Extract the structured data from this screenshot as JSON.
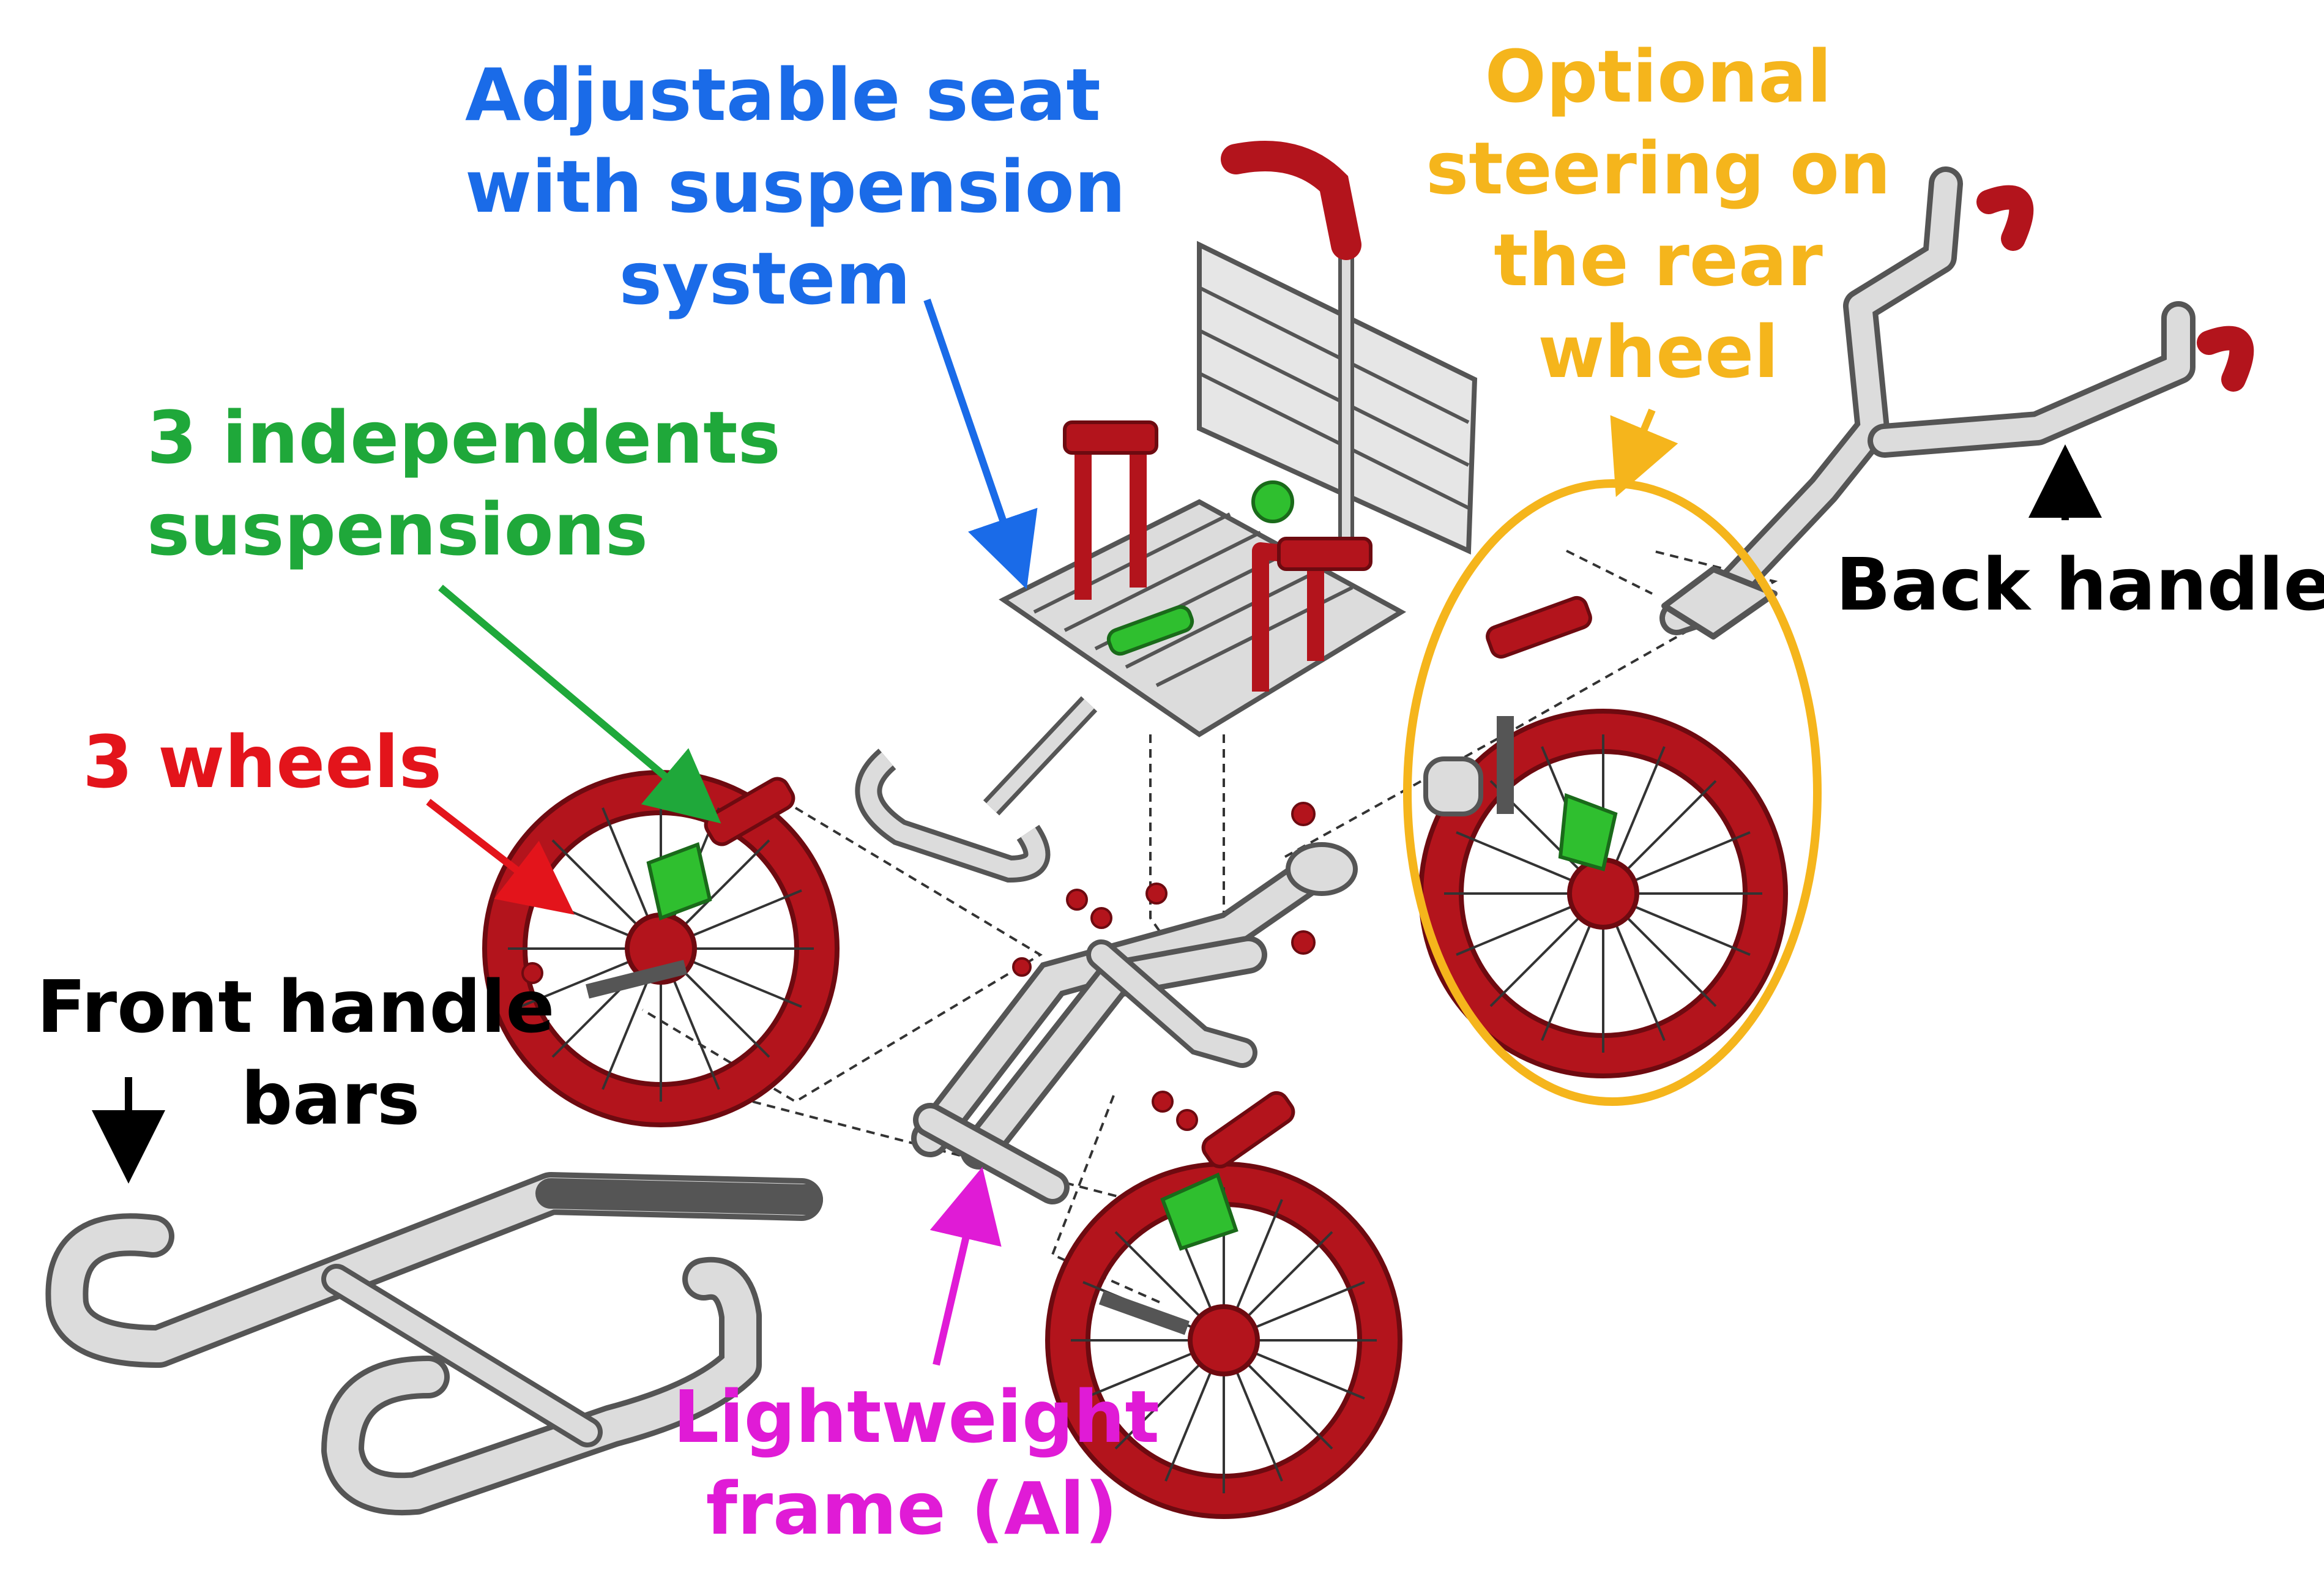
{
  "labels": {
    "seat": {
      "lines": [
        "Adjustable seat",
        "with suspension",
        "system"
      ],
      "color": "#1a6be8"
    },
    "steering": {
      "lines": [
        "Optional",
        "steering on",
        "the rear",
        "wheel"
      ],
      "color": "#f5b51c"
    },
    "suspensions": {
      "lines": [
        "3 independents",
        "suspensions"
      ],
      "color": "#1fa83a"
    },
    "wheels": {
      "lines": [
        "3 wheels"
      ],
      "color": "#e3141b"
    },
    "front_handle": {
      "lines": [
        "Front handle",
        "bars"
      ],
      "color": "#000000"
    },
    "back_handle": {
      "lines": [
        "Back handle"
      ],
      "color": "#000000"
    },
    "frame": {
      "lines": [
        "Lightweight",
        "frame (Al)"
      ],
      "color": "#e01bd6"
    }
  },
  "colors": {
    "part_red": "#b3141c",
    "part_red_dark": "#6e0a10",
    "frame_gray": "#d8d8d8",
    "frame_outline": "#555555",
    "suspension_green": "#2fbf2f"
  },
  "icons": [
    "arrow-icon",
    "wheel-icon",
    "seat-icon",
    "handle-bar-icon",
    "frame-icon",
    "highlight-ellipse"
  ]
}
